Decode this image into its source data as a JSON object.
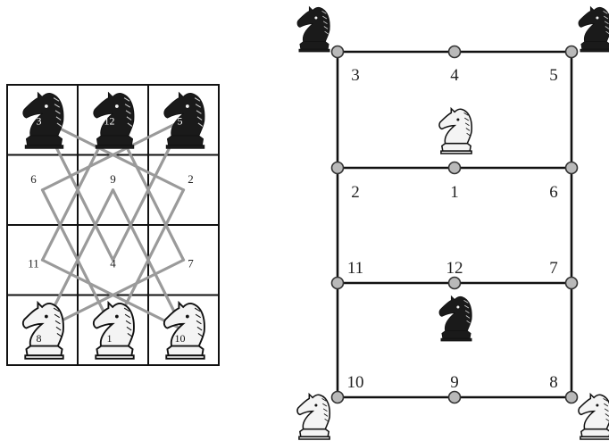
{
  "left_board": {
    "cells": [
      {
        "row": 0,
        "col": 0,
        "label": "3",
        "piece": "black-knight"
      },
      {
        "row": 0,
        "col": 1,
        "label": "12",
        "piece": "black-knight"
      },
      {
        "row": 0,
        "col": 2,
        "label": "5",
        "piece": "black-knight"
      },
      {
        "row": 1,
        "col": 0,
        "label": "6",
        "piece": ""
      },
      {
        "row": 1,
        "col": 1,
        "label": "9",
        "piece": ""
      },
      {
        "row": 1,
        "col": 2,
        "label": "2",
        "piece": ""
      },
      {
        "row": 2,
        "col": 0,
        "label": "11",
        "piece": ""
      },
      {
        "row": 2,
        "col": 1,
        "label": "4",
        "piece": ""
      },
      {
        "row": 2,
        "col": 2,
        "label": "7",
        "piece": ""
      },
      {
        "row": 3,
        "col": 0,
        "label": "8",
        "piece": "white-knight"
      },
      {
        "row": 3,
        "col": 1,
        "label": "1",
        "piece": "white-knight"
      },
      {
        "row": 3,
        "col": 2,
        "label": "10",
        "piece": "white-knight"
      }
    ],
    "knight_move_edges": [
      [
        "3",
        "2"
      ],
      [
        "3",
        "4"
      ],
      [
        "12",
        "11"
      ],
      [
        "12",
        "7"
      ],
      [
        "5",
        "6"
      ],
      [
        "5",
        "4"
      ],
      [
        "6",
        "1"
      ],
      [
        "9",
        "8"
      ],
      [
        "9",
        "10"
      ],
      [
        "2",
        "1"
      ],
      [
        "11",
        "10"
      ],
      [
        "7",
        "8"
      ]
    ],
    "edge_color": "#9a9a9a"
  },
  "right_graph": {
    "nodes": [
      "3",
      "4",
      "5",
      "2",
      "1",
      "6",
      "11",
      "12",
      "7",
      "10",
      "9",
      "8"
    ],
    "rows": [
      [
        "3",
        "4",
        "5"
      ],
      [
        "2",
        "1",
        "6"
      ],
      [
        "11",
        "12",
        "7"
      ],
      [
        "10",
        "9",
        "8"
      ]
    ],
    "corner_pieces": [
      {
        "corner": "top-left",
        "piece": "black-knight"
      },
      {
        "corner": "top-right",
        "piece": "black-knight"
      },
      {
        "corner": "bottom-left",
        "piece": "white-knight"
      },
      {
        "corner": "bottom-right",
        "piece": "white-knight"
      }
    ],
    "center_pieces": [
      {
        "position": "upper-middle",
        "piece": "white-knight"
      },
      {
        "position": "lower-middle",
        "piece": "black-knight"
      }
    ],
    "node_color": "#b9b9b9"
  }
}
